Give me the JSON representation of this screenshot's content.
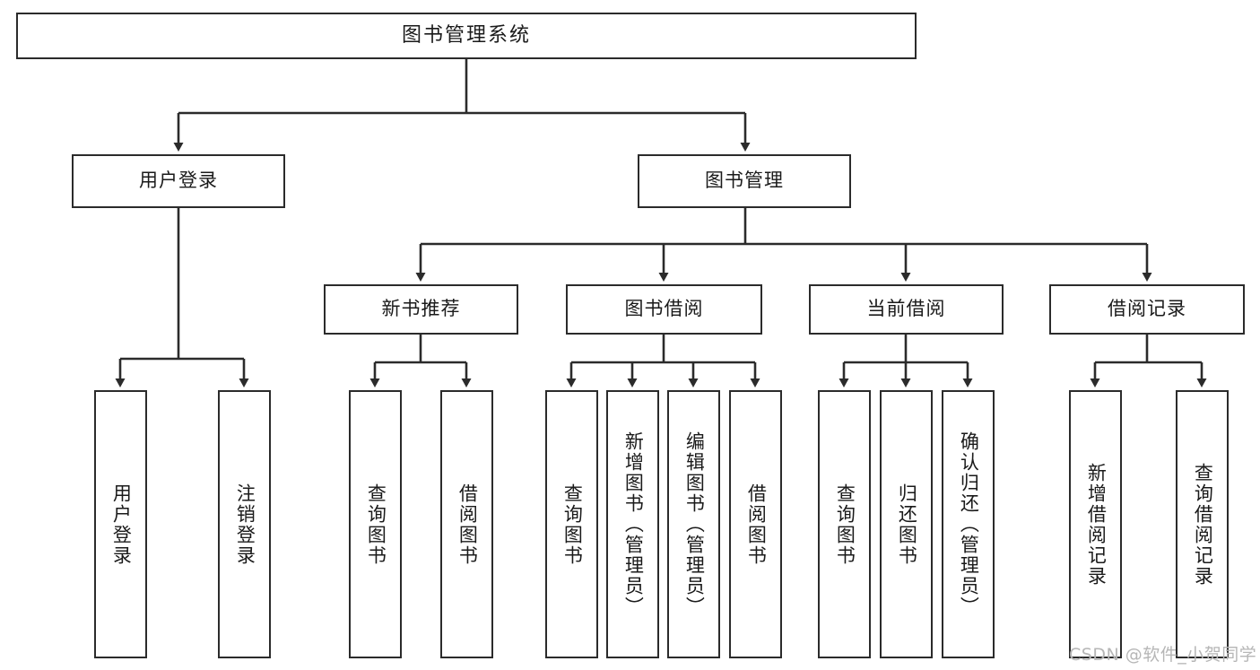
{
  "diagram": {
    "title": "图书管理系统",
    "type": "tree-hierarchy-chart",
    "watermark": "CSDN @软件_小贺同学",
    "colors": {
      "stroke": "#2b2b2b",
      "fill": "#ffffff",
      "text": "#1a1a1a",
      "watermark": "#b6b6b6"
    },
    "nodes": {
      "root": {
        "label": "图书管理系统"
      },
      "level2": [
        {
          "label": "用户登录"
        },
        {
          "label": "图书管理"
        }
      ],
      "level3": [
        {
          "label": "新书推荐"
        },
        {
          "label": "图书借阅"
        },
        {
          "label": "当前借阅"
        },
        {
          "label": "借阅记录"
        }
      ],
      "leaves_user_login": [
        {
          "label": "用户登录"
        },
        {
          "label": "注销登录"
        }
      ],
      "leaves_new_book": [
        {
          "label": "查询图书"
        },
        {
          "label": "借阅图书"
        }
      ],
      "leaves_borrow": [
        {
          "label": "查询图书"
        },
        {
          "label": "新增图书（管理员）"
        },
        {
          "label": "编辑图书（管理员）"
        },
        {
          "label": "借阅图书"
        }
      ],
      "leaves_current": [
        {
          "label": "查询图书"
        },
        {
          "label": "归还图书"
        },
        {
          "label": "确认归还（管理员）"
        }
      ],
      "leaves_records": [
        {
          "label": "新增借阅记录"
        },
        {
          "label": "查询借阅记录"
        }
      ]
    }
  }
}
